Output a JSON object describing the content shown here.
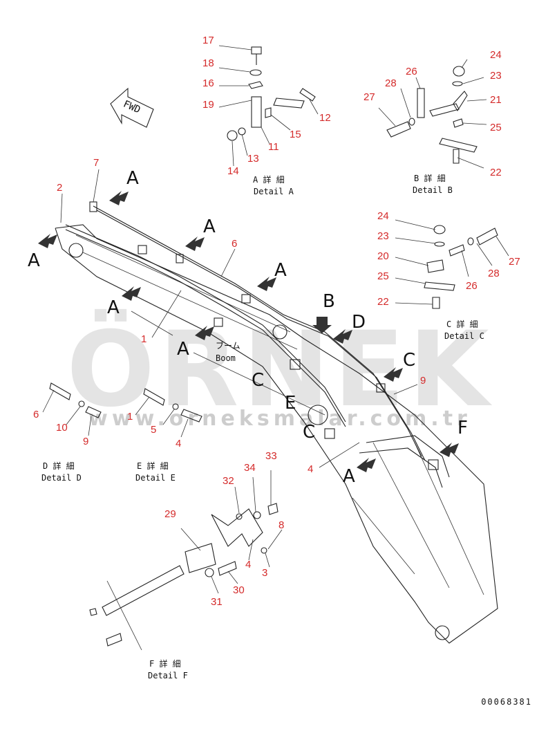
{
  "labels": {
    "fwd": "FWD",
    "detail_a_jp": "A 詳 細",
    "detail_a_en": "Detail A",
    "detail_b_jp": "B 詳 細",
    "detail_b_en": "Detail B",
    "detail_c_jp": "C 詳 細",
    "detail_c_en": "Detail C",
    "detail_d_jp": "D 詳 細",
    "detail_d_en": "Detail D",
    "detail_e_jp": "E 詳 細",
    "detail_e_en": "Detail E",
    "detail_f_jp": "F 詳 細",
    "detail_f_en": "Detail F",
    "boom_jp": "ブーム",
    "boom_en": "Boom",
    "doc_id": "00068381"
  },
  "watermark": {
    "text": "ÖRNEK",
    "url": "www.orneksmalar.com.tr"
  },
  "view_letters": {
    "a": "A",
    "b": "B",
    "c": "C",
    "d": "D",
    "e": "E",
    "f": "F"
  },
  "part_numbers": {
    "p1": "1",
    "p2": "2",
    "p3": "3",
    "p4": "4",
    "p5": "5",
    "p6": "6",
    "p7": "7",
    "p8": "8",
    "p9": "9",
    "p10": "10",
    "p11": "11",
    "p12": "12",
    "p13": "13",
    "p14": "14",
    "p15": "15",
    "p16": "16",
    "p17": "17",
    "p18": "18",
    "p19": "19",
    "p20": "20",
    "p21": "21",
    "p22": "22",
    "p23": "23",
    "p24": "24",
    "p25": "25",
    "p26": "26",
    "p27": "27",
    "p28": "28",
    "p29": "29",
    "p30": "30",
    "p31": "31",
    "p32": "32",
    "p33": "33",
    "p34": "34"
  },
  "colors": {
    "part_number": "#d42a2a",
    "line": "#222222",
    "watermark": "#cfcfcf"
  }
}
